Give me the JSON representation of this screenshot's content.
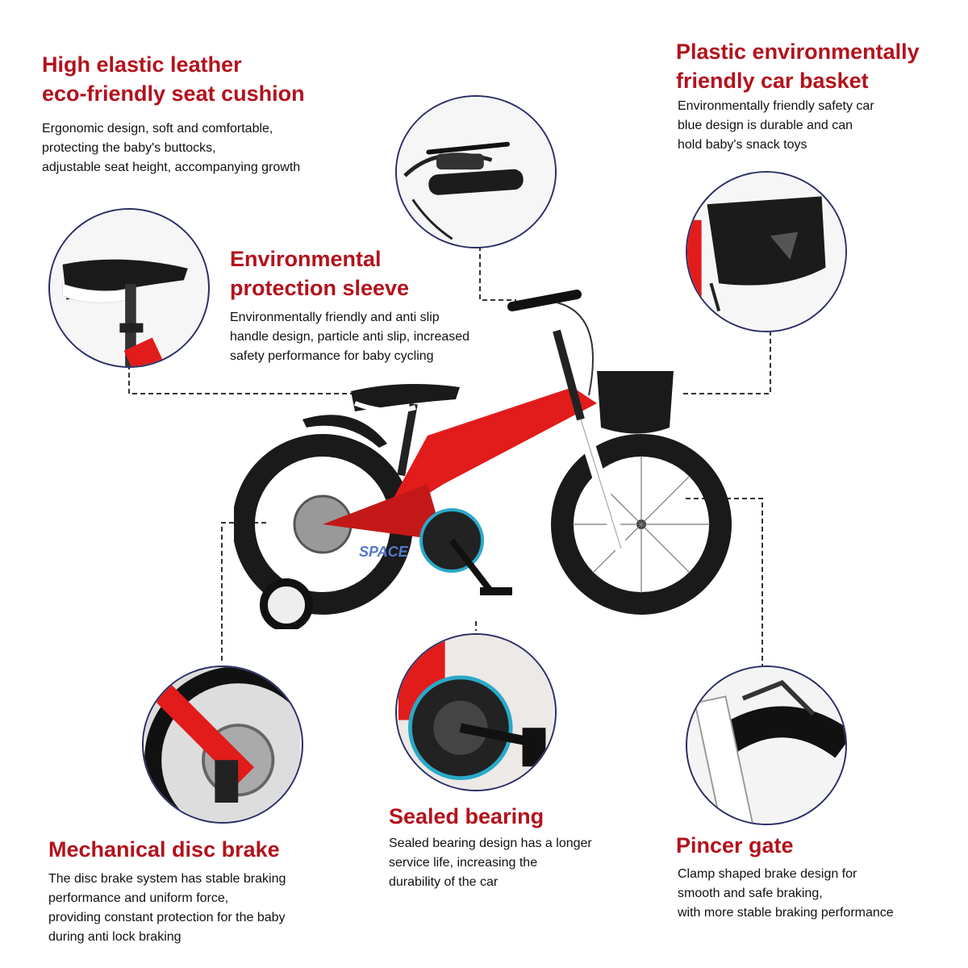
{
  "features": {
    "seat": {
      "title": [
        "High elastic leather",
        "eco-friendly seat cushion"
      ],
      "body": [
        "Ergonomic design, soft and comfortable,",
        "protecting the baby's buttocks,",
        "adjustable seat height, accompanying growth"
      ]
    },
    "basket": {
      "title": [
        "Plastic environmentally",
        "friendly car basket"
      ],
      "body": [
        "Environmentally friendly safety car",
        "blue design is durable and can",
        "hold baby's snack toys"
      ]
    },
    "sleeve": {
      "title": [
        "Environmental",
        "protection sleeve"
      ],
      "body": [
        "Environmentally friendly and anti slip",
        "handle design, particle anti slip, increased",
        "safety performance for baby cycling"
      ]
    },
    "bearing": {
      "title": [
        "Sealed bearing"
      ],
      "body": [
        "Sealed bearing design has a longer",
        "service life, increasing the",
        "durability of the car"
      ]
    },
    "disc": {
      "title": [
        "Mechanical disc brake"
      ],
      "body": [
        "The disc brake system has stable braking",
        "performance and uniform force,",
        "providing constant protection for the baby",
        "during anti lock braking"
      ]
    },
    "pincer": {
      "title": [
        "Pincer gate"
      ],
      "body": [
        "Clamp shaped brake design for",
        "smooth and safe braking,",
        "with more stable braking performance"
      ]
    }
  },
  "bike": {
    "frame_text": "SPACE"
  },
  "colors": {
    "title": "#b3121c",
    "frame": "#e21b1b",
    "circle_border": "#2a2f66",
    "tire": "#1a1a1a"
  }
}
